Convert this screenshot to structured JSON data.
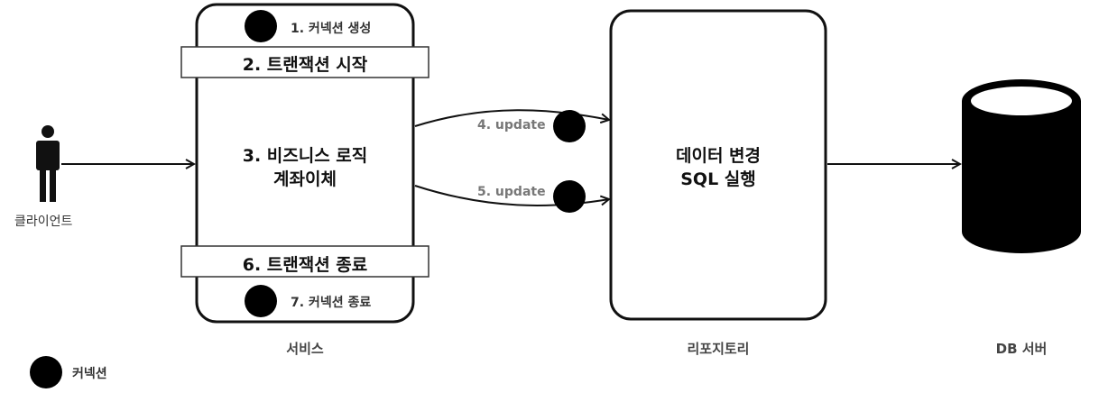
{
  "client": {
    "label": "클라이언트"
  },
  "service": {
    "label": "서비스",
    "step1": "1. 커넥션 생성",
    "step2": "2. 트랜잭션 시작",
    "step3_line1": "3. 비즈니스 로직",
    "step3_line2": "계좌이체",
    "step6": "6. 트랜잭션 종료",
    "step7": "7. 커넥션 종료"
  },
  "arrows": {
    "update4": "4. update",
    "update5": "5. update"
  },
  "repository": {
    "label": "리포지토리",
    "line1": "데이터 변경",
    "line2": "SQL 실행"
  },
  "db": {
    "label": "DB 서버"
  },
  "legend": {
    "connection_label": "커넥션"
  }
}
